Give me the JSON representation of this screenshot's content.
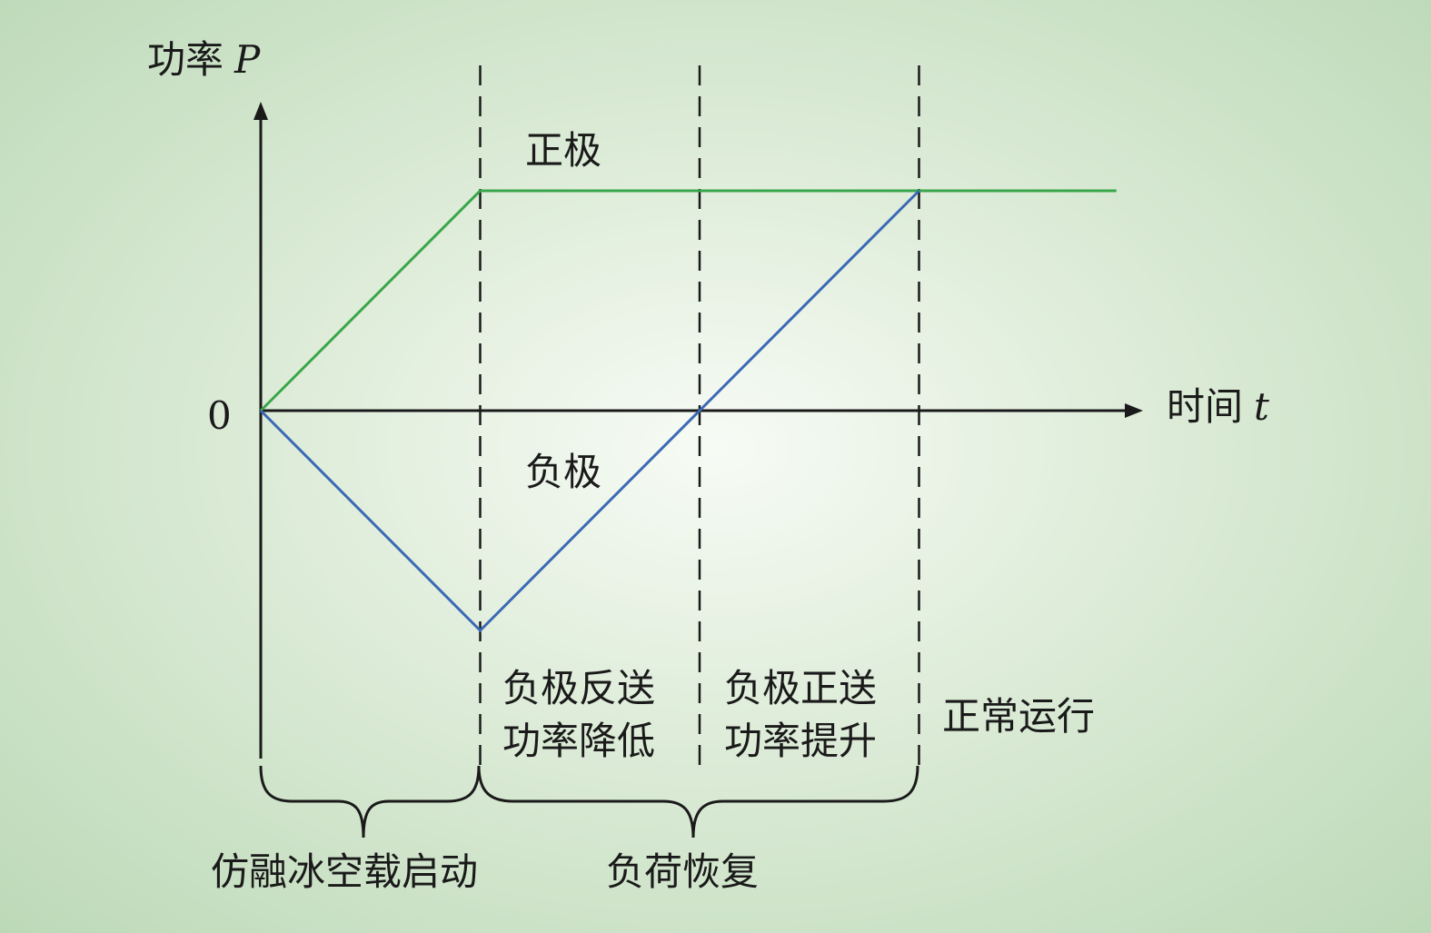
{
  "labels": {
    "y_axis": "功率",
    "y_axis_symbol": "P",
    "x_axis": "时间",
    "x_axis_symbol": "t",
    "origin": "0",
    "positive_pole": "正极",
    "negative_pole": "负极",
    "phase_negative_reverse_line1": "负极反送",
    "phase_negative_reverse_line2": "功率降低",
    "phase_negative_forward_line1": "负极正送",
    "phase_negative_forward_line2": "功率提升",
    "phase_normal": "正常运行",
    "group_startup": "仿融冰空载启动",
    "group_load_recovery": "负荷恢复"
  },
  "colors": {
    "positive_pole": "#3aa64a",
    "negative_pole": "#3b69b6",
    "axis": "#1a1a1a"
  },
  "series": {
    "positive": [
      [
        0,
        0
      ],
      [
        1,
        1
      ],
      [
        3,
        1
      ],
      [
        3.9,
        1
      ]
    ],
    "negative": [
      [
        0,
        0
      ],
      [
        1,
        -1
      ],
      [
        2,
        0
      ],
      [
        3,
        1
      ]
    ]
  },
  "phase_boundaries": [
    1,
    2,
    3
  ]
}
